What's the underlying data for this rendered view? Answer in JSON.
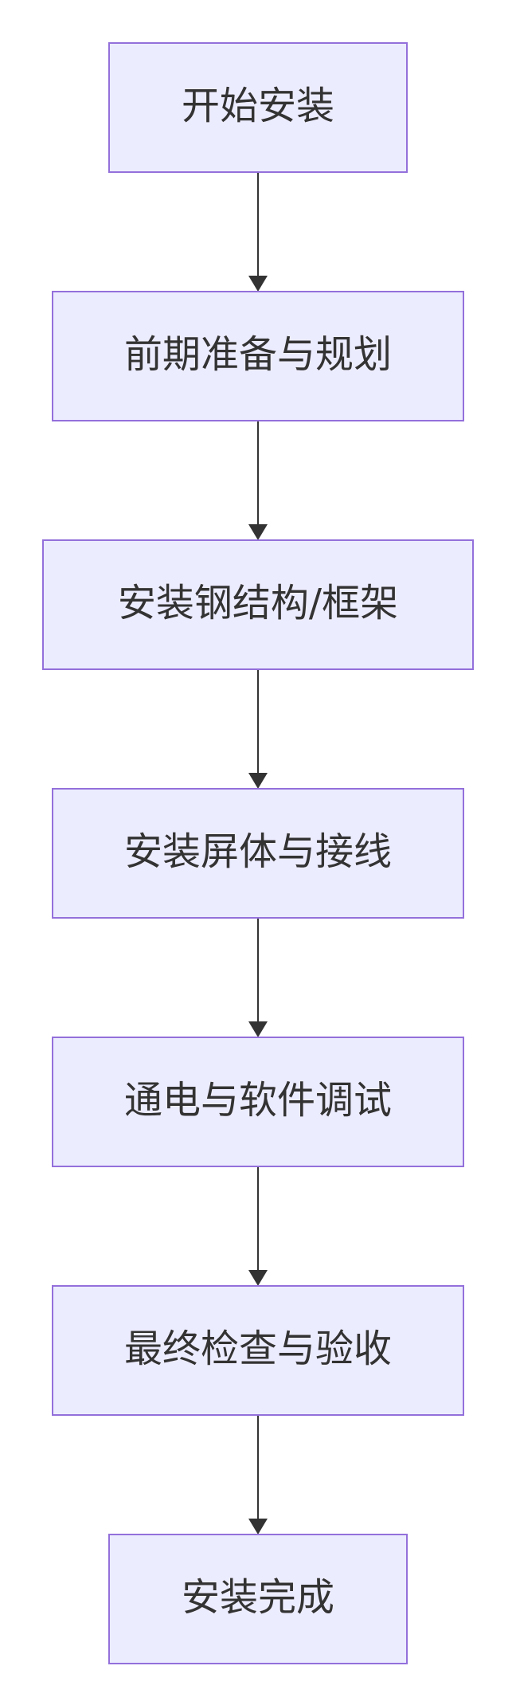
{
  "flowchart": {
    "nodes": [
      {
        "id": "start",
        "label": "开始安装"
      },
      {
        "id": "prep",
        "label": "前期准备与规划"
      },
      {
        "id": "steel",
        "label": "安装钢结构/框架"
      },
      {
        "id": "screen",
        "label": "安装屏体与接线"
      },
      {
        "id": "power",
        "label": "通电与软件调试"
      },
      {
        "id": "check",
        "label": "最终检查与验收"
      },
      {
        "id": "done",
        "label": "安装完成"
      }
    ],
    "edges": [
      {
        "from": "start",
        "to": "prep"
      },
      {
        "from": "prep",
        "to": "steel"
      },
      {
        "from": "steel",
        "to": "screen"
      },
      {
        "from": "screen",
        "to": "power"
      },
      {
        "from": "power",
        "to": "check"
      },
      {
        "from": "check",
        "to": "done"
      }
    ],
    "colors": {
      "node_fill": "#ECECFF",
      "node_stroke": "#9370DB",
      "edge": "#333333",
      "text": "#333333"
    }
  }
}
